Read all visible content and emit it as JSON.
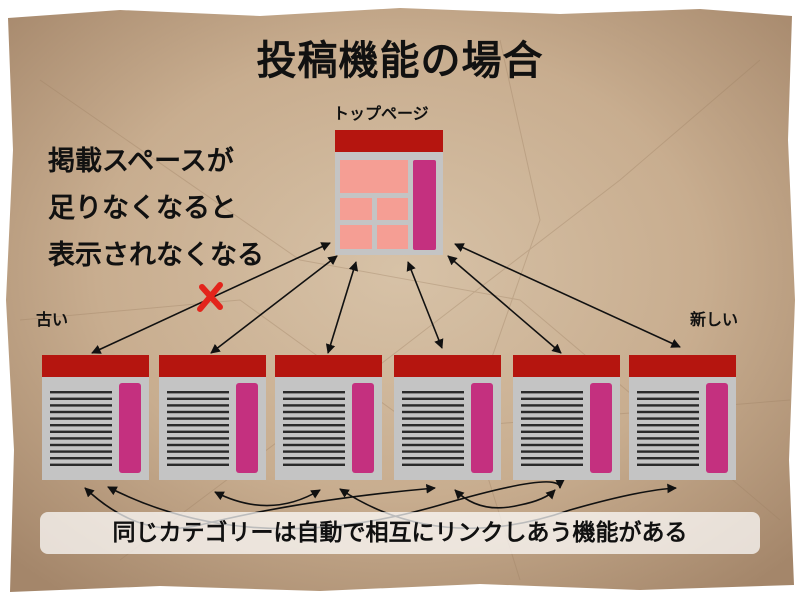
{
  "title": "投稿機能の場合",
  "top_page_label": "トップページ",
  "note_lines": [
    "掲載スペースが",
    "足りなくなると",
    "表示されなくなる"
  ],
  "old_label": "古い",
  "new_label": "新しい",
  "banner": "同じカテゴリーは自動で相互にリンクしあう機能がある",
  "colors": {
    "header_red": "#b5150f",
    "sidebar_magenta": "#c4307f",
    "content_pink": "#f59e94",
    "frame_gray": "#c4c4c4",
    "line_dark": "#2a2a2a",
    "cross_red": "#e3241b"
  },
  "icons": [
    "cross-mark-icon"
  ]
}
